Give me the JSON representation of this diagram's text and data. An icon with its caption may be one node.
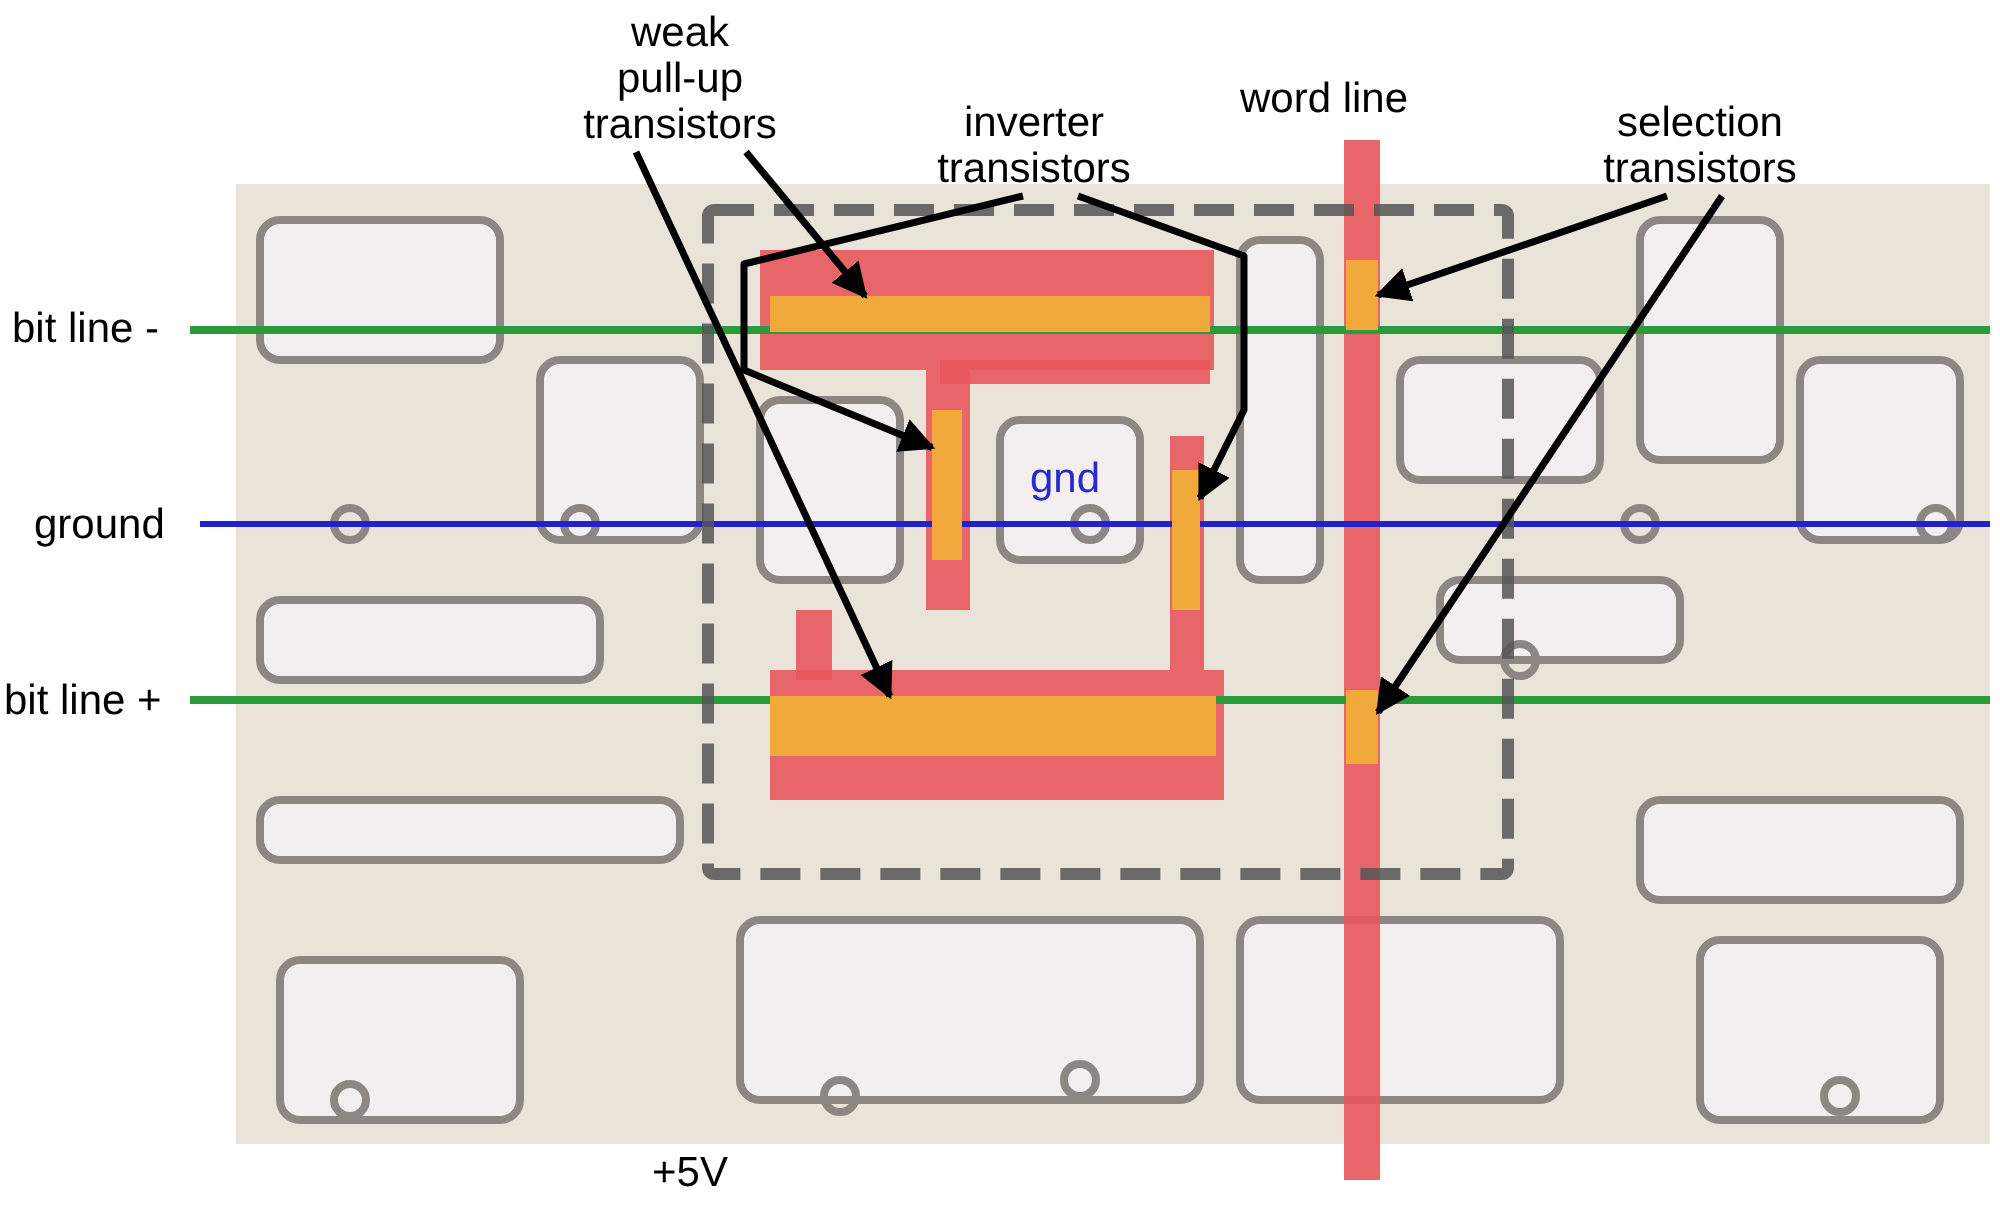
{
  "diagram": {
    "nodes": [
      {
        "text": [
          "weak pull-up transistors"
        ]
      },
      {
        "text": [
          "inverter transistors"
        ]
      },
      {
        "text": [
          "selection transistors"
        ]
      },
      {
        "text": [],
        "shape": "bar"
      },
      {
        "text": [],
        "shape": "bar"
      },
      {
        "text": [],
        "shape": "bar"
      },
      {
        "text": [],
        "shape": "bar"
      },
      {
        "text": [],
        "shape": "bar"
      },
      {
        "text": [],
        "shape": "bar"
      }
    ],
    "edges": [
      {
        "from": 0,
        "to": 3,
        "arrow": "to"
      },
      {
        "from": 0,
        "to": 7,
        "arrow": "to"
      },
      {
        "from": 1,
        "to": 4,
        "arrow": "to"
      },
      {
        "from": 1,
        "to": 5,
        "arrow": "to"
      },
      {
        "from": 2,
        "to": 6,
        "arrow": "to"
      },
      {
        "from": 2,
        "to": 8,
        "arrow": "to"
      }
    ],
    "labels": [
      "word line",
      "bit line -",
      "gnd",
      "ground",
      "bit line +",
      "+5V"
    ]
  }
}
